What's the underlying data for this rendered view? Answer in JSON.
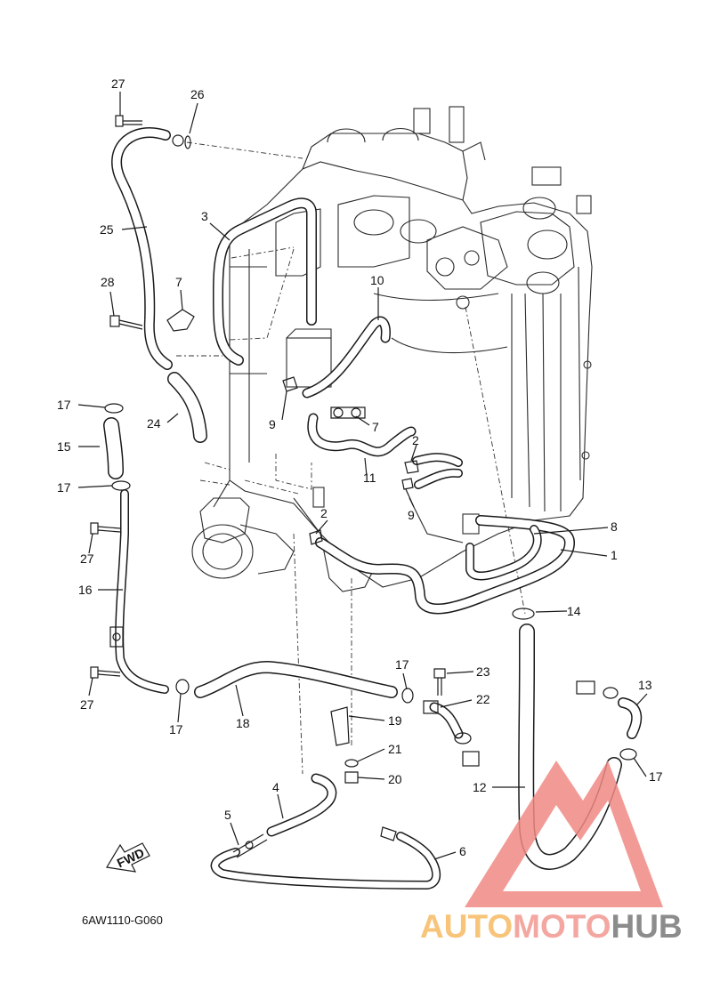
{
  "diagram_code": "6AW1110-G060",
  "fwd_label": "FWD",
  "watermark": {
    "part1": "AUTO",
    "part2": "MOTO",
    "part3": "HUB",
    "color1": "#f7c47a",
    "color2": "#f3a7a0",
    "color3": "#8c8c8c",
    "triangle_color": "#f08a84"
  },
  "callouts": {
    "c1": "1",
    "c2a": "2",
    "c2b": "2",
    "c3": "3",
    "c4": "4",
    "c5": "5",
    "c6": "6",
    "c7a": "7",
    "c7b": "7",
    "c8": "8",
    "c9a": "9",
    "c9b": "9",
    "c10": "10",
    "c11": "11",
    "c12": "12",
    "c13": "13",
    "c14": "14",
    "c15": "15",
    "c16": "16",
    "c17a": "17",
    "c17b": "17",
    "c17c": "17",
    "c17d": "17",
    "c17e": "17",
    "c18": "18",
    "c19": "19",
    "c20": "20",
    "c21": "21",
    "c22": "22",
    "c23": "23",
    "c24": "24",
    "c25": "25",
    "c26": "26",
    "c27a": "27",
    "c27b": "27",
    "c27c": "27",
    "c28": "28"
  }
}
